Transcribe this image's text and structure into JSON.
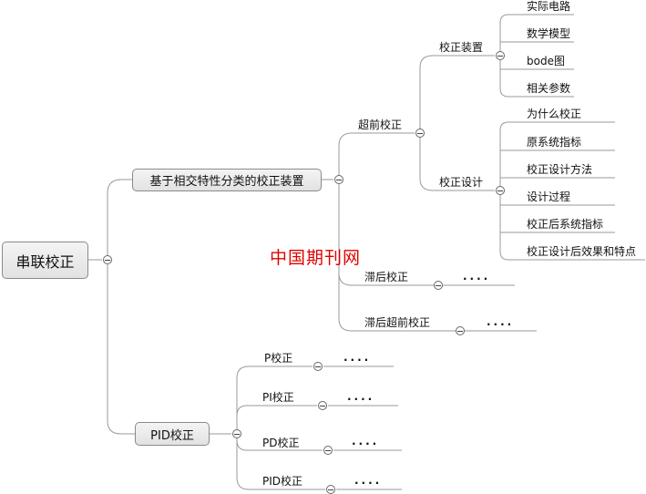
{
  "root": {
    "label": "串联校正"
  },
  "branch_a": {
    "label": "基于相交特性分类的校正装置",
    "lead": {
      "label": "超前校正",
      "device": {
        "label": "校正装置",
        "items": [
          "实际电路",
          "数学模型",
          "bode图",
          "相关参数"
        ]
      },
      "design": {
        "label": "校正设计",
        "items": [
          "为什么校正",
          "原系统指标",
          "校正设计方法",
          "设计过程",
          "校正后系统指标",
          "校正设计后效果和特点"
        ]
      }
    },
    "lag": {
      "label": "滞后校正",
      "more": "····"
    },
    "lag_lead": {
      "label": "滞后超前校正",
      "more": "····"
    }
  },
  "branch_b": {
    "label": "PID校正",
    "items": [
      {
        "label": "P校正",
        "more": "····"
      },
      {
        "label": "PI校正",
        "more": "····"
      },
      {
        "label": "PD校正",
        "more": "····"
      },
      {
        "label": "PID校正",
        "more": "····"
      }
    ]
  },
  "watermark": "中国期刊网",
  "colors": {
    "line": "#9a9a9a",
    "watermark": "#e00000",
    "node_border": "#8a8a8a"
  }
}
